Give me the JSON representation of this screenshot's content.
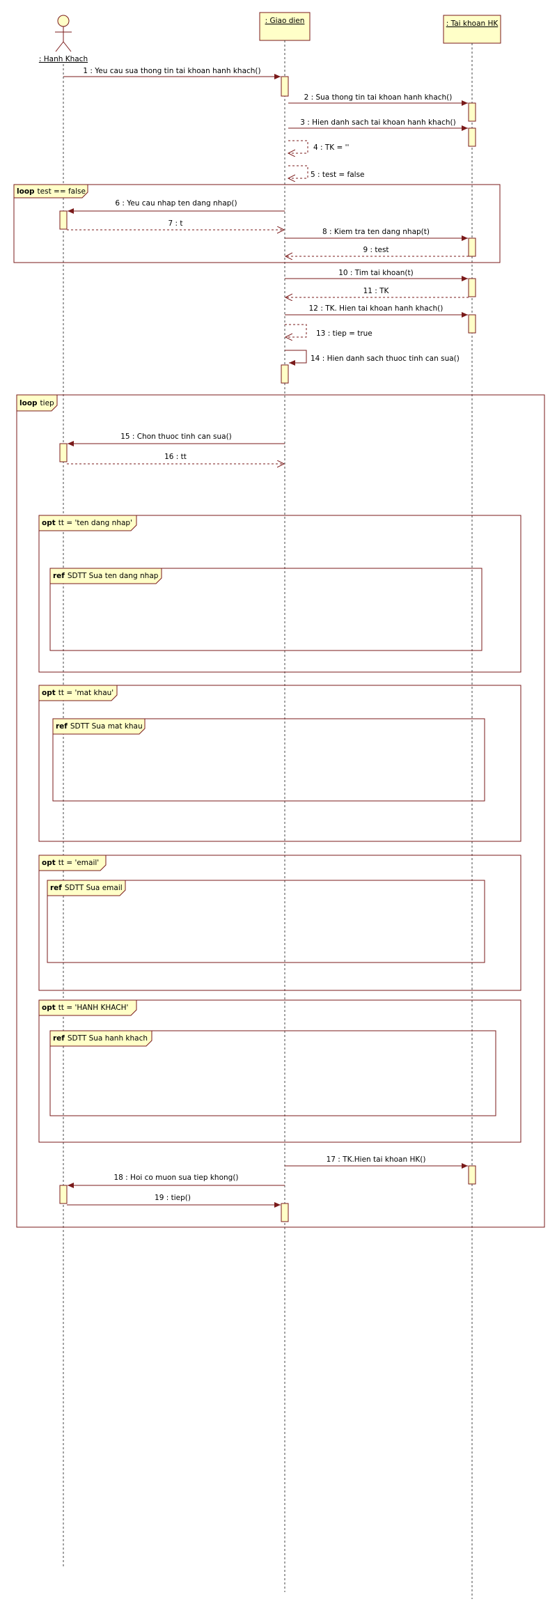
{
  "participants": {
    "actor": ": Hanh  Khach",
    "ui": ": Giao dien",
    "account": ": Tai khoan HK"
  },
  "messages": [
    "1 : Yeu cau sua thong tin tai khoan hanh khach()",
    "2 : Sua thong tin tai khoan hanh khach()",
    "3 : Hien danh sach tai khoan hanh khach()",
    "4 : TK = ''",
    "5 : test = false",
    "6 : Yeu cau nhap ten dang nhap()",
    "7 : t",
    "8 : Kiem tra ten dang nhap(t)",
    "9 : test",
    "10 : Tim tai khoan(t)",
    "11 : TK",
    "12 : TK. Hien tai khoan hanh khach()",
    "13 : tiep = true",
    "14 : Hien danh sach thuoc tinh can sua()",
    "15 : Chon thuoc tinh can sua()",
    "16 : tt",
    "17 : TK.Hien tai khoan HK()",
    "18 : Hoi co muon sua tiep khong()",
    "19 : tiep()"
  ],
  "fragments": {
    "loop1": {
      "op": "loop",
      "guard": "test == false"
    },
    "loop2": {
      "op": "loop",
      "guard": "tiep"
    },
    "opt1": {
      "op": "opt",
      "guard": "tt = 'ten dang nhap'"
    },
    "ref1": {
      "op": "ref",
      "name": "SDTT Sua ten dang nhap"
    },
    "opt2": {
      "op": "opt",
      "guard": "tt = 'mat khau'"
    },
    "ref2": {
      "op": "ref",
      "name": "SDTT Sua mat khau"
    },
    "opt3": {
      "op": "opt",
      "guard": "tt = 'email'"
    },
    "ref3": {
      "op": "ref",
      "name": "SDTT Sua email"
    },
    "opt4": {
      "op": "opt",
      "guard": "tt = 'HANH KHACH'"
    },
    "ref4": {
      "op": "ref",
      "name": "SDTT Sua hanh khach"
    }
  },
  "colors": {
    "border": "#7a1a1a",
    "fill": "#ffffc8"
  }
}
